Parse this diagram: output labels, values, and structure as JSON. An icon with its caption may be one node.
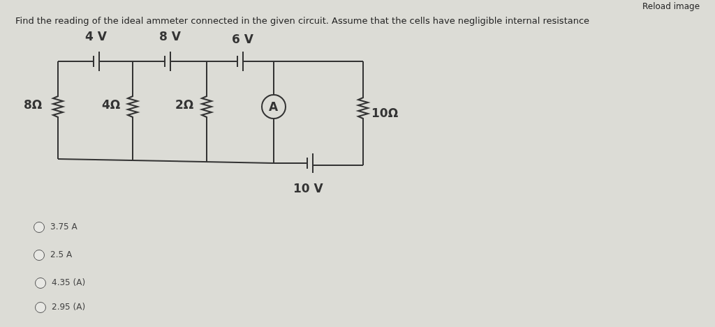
{
  "diagram": {
    "title": "Find the reading of the ideal ammeter connected in the given circuit. Assume that the cells have negligible internal resistance",
    "labels": [
      "Reload image",
      "4 V",
      "8 V",
      "6 V",
      "8Ω",
      "4Ω",
      "2Ω",
      "A",
      "10Ω",
      "10 V",
      "3.75 A",
      "2.5 A",
      "4.35 (A)",
      "2.95 (A)"
    ]
  }
}
